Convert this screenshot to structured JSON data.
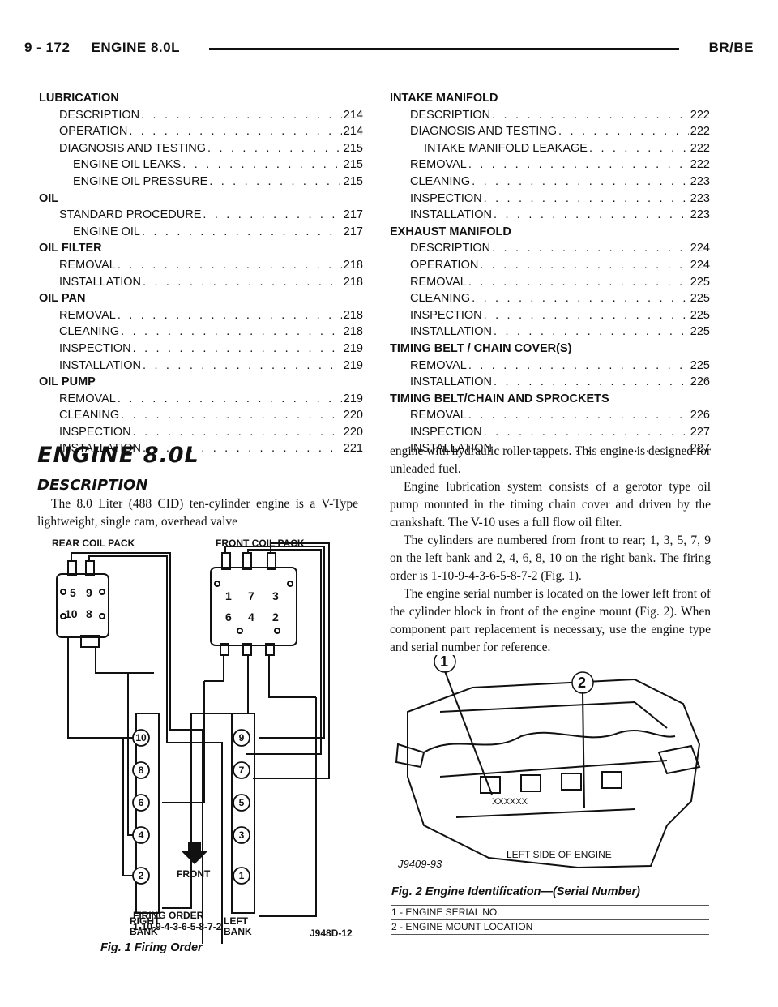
{
  "header": {
    "left": "9 - 172     ENGINE 8.0L",
    "right": "BR/BE"
  },
  "toc_left": [
    {
      "type": "h",
      "text": "LUBRICATION"
    },
    {
      "type": "e",
      "lvl": 1,
      "text": "DESCRIPTION",
      "page": "214"
    },
    {
      "type": "e",
      "lvl": 1,
      "text": "OPERATION",
      "page": "214"
    },
    {
      "type": "e",
      "lvl": 1,
      "text": "DIAGNOSIS AND TESTING",
      "page": "215"
    },
    {
      "type": "e",
      "lvl": 2,
      "text": "ENGINE OIL LEAKS",
      "page": "215"
    },
    {
      "type": "e",
      "lvl": 2,
      "text": "ENGINE OIL PRESSURE",
      "page": "215"
    },
    {
      "type": "h",
      "text": "OIL"
    },
    {
      "type": "e",
      "lvl": 1,
      "text": "STANDARD PROCEDURE",
      "page": "217"
    },
    {
      "type": "e",
      "lvl": 2,
      "text": "ENGINE OIL",
      "page": "217"
    },
    {
      "type": "h",
      "text": "OIL FILTER"
    },
    {
      "type": "e",
      "lvl": 1,
      "text": "REMOVAL",
      "page": "218"
    },
    {
      "type": "e",
      "lvl": 1,
      "text": "INSTALLATION",
      "page": "218"
    },
    {
      "type": "h",
      "text": "OIL PAN"
    },
    {
      "type": "e",
      "lvl": 1,
      "text": "REMOVAL",
      "page": "218"
    },
    {
      "type": "e",
      "lvl": 1,
      "text": "CLEANING",
      "page": "218"
    },
    {
      "type": "e",
      "lvl": 1,
      "text": "INSPECTION",
      "page": "219"
    },
    {
      "type": "e",
      "lvl": 1,
      "text": "INSTALLATION",
      "page": "219"
    },
    {
      "type": "h",
      "text": "OIL PUMP"
    },
    {
      "type": "e",
      "lvl": 1,
      "text": "REMOVAL",
      "page": "219"
    },
    {
      "type": "e",
      "lvl": 1,
      "text": "CLEANING",
      "page": "220"
    },
    {
      "type": "e",
      "lvl": 1,
      "text": "INSPECTION",
      "page": "220"
    },
    {
      "type": "e",
      "lvl": 1,
      "text": "INSTALLATION",
      "page": "221"
    }
  ],
  "toc_right": [
    {
      "type": "h",
      "text": "INTAKE MANIFOLD"
    },
    {
      "type": "e",
      "lvl": 1,
      "text": "DESCRIPTION",
      "page": "222"
    },
    {
      "type": "e",
      "lvl": 1,
      "text": "DIAGNOSIS AND TESTING",
      "page": "222"
    },
    {
      "type": "e",
      "lvl": 2,
      "text": "INTAKE MANIFOLD LEAKAGE",
      "page": "222"
    },
    {
      "type": "e",
      "lvl": 1,
      "text": "REMOVAL",
      "page": "222"
    },
    {
      "type": "e",
      "lvl": 1,
      "text": "CLEANING",
      "page": "223"
    },
    {
      "type": "e",
      "lvl": 1,
      "text": "INSPECTION",
      "page": "223"
    },
    {
      "type": "e",
      "lvl": 1,
      "text": "INSTALLATION",
      "page": "223"
    },
    {
      "type": "h",
      "text": "EXHAUST MANIFOLD"
    },
    {
      "type": "e",
      "lvl": 1,
      "text": "DESCRIPTION",
      "page": "224"
    },
    {
      "type": "e",
      "lvl": 1,
      "text": "OPERATION",
      "page": "224"
    },
    {
      "type": "e",
      "lvl": 1,
      "text": "REMOVAL",
      "page": "225"
    },
    {
      "type": "e",
      "lvl": 1,
      "text": "CLEANING",
      "page": "225"
    },
    {
      "type": "e",
      "lvl": 1,
      "text": "INSPECTION",
      "page": "225"
    },
    {
      "type": "e",
      "lvl": 1,
      "text": "INSTALLATION",
      "page": "225"
    },
    {
      "type": "h",
      "text": "TIMING BELT / CHAIN COVER(S)"
    },
    {
      "type": "e",
      "lvl": 1,
      "text": "REMOVAL",
      "page": "225"
    },
    {
      "type": "e",
      "lvl": 1,
      "text": "INSTALLATION",
      "page": "226"
    },
    {
      "type": "h",
      "text": "TIMING BELT/CHAIN AND SPROCKETS"
    },
    {
      "type": "e",
      "lvl": 1,
      "text": "REMOVAL",
      "page": "226"
    },
    {
      "type": "e",
      "lvl": 1,
      "text": "INSPECTION",
      "page": "227"
    },
    {
      "type": "e",
      "lvl": 1,
      "text": "INSTALLATION",
      "page": "227"
    }
  ],
  "section_title": "ENGINE 8.0L",
  "subsection_title": "DESCRIPTION",
  "body_left": "The 8.0 Liter (488 CID) ten-cylinder engine is a V-Type lightweight, single cam, overhead valve",
  "body_right": [
    "engine with hydraulic roller tappets. This engine is designed for unleaded fuel.",
    "Engine lubrication system consists of a gerotor type oil pump mounted in the timing chain cover and driven by the crankshaft. The V-10 uses a full flow oil filter.",
    "The cylinders are numbered from front to rear; 1, 3, 5, 7, 9 on the left bank and 2, 4, 6, 8, 10 on the right bank. The firing order is 1-10-9-4-3-6-5-8-7-2 (Fig. 1).",
    "The engine serial number is located on the lower left front of the cylinder block in front of the engine mount (Fig. 2). When component part replacement is necessary, use the engine type and serial number for reference."
  ],
  "fig1": {
    "rear_coil": "REAR COIL PACK",
    "front_coil": "FRONT COIL PACK",
    "rear_nums": [
      "5",
      "9",
      "10",
      "8"
    ],
    "front_nums": [
      "1",
      "7",
      "3",
      "6",
      "4",
      "2"
    ],
    "right_bank_nums": [
      "10",
      "8",
      "6",
      "4",
      "2"
    ],
    "left_bank_nums": [
      "9",
      "7",
      "5",
      "3",
      "1"
    ],
    "front_label": "FRONT",
    "right_bank": [
      "RIGHT",
      "BANK"
    ],
    "left_bank": [
      "LEFT",
      "BANK"
    ],
    "firing_order_title": "FIRING ORDER",
    "firing_order": "1-10-9-4-3-6-5-8-7-2",
    "code": "J948D-12",
    "caption": "Fig. 1 Firing Order"
  },
  "fig2": {
    "callout1": "1",
    "callout2": "2",
    "serial_mark": "XXXXXX",
    "side_label": "LEFT SIDE OF ENGINE",
    "code": "J9409-93",
    "caption": "Fig. 2 Engine Identification—(Serial Number)",
    "notes": [
      "1 - ENGINE SERIAL NO.",
      "2 - ENGINE MOUNT LOCATION"
    ]
  }
}
